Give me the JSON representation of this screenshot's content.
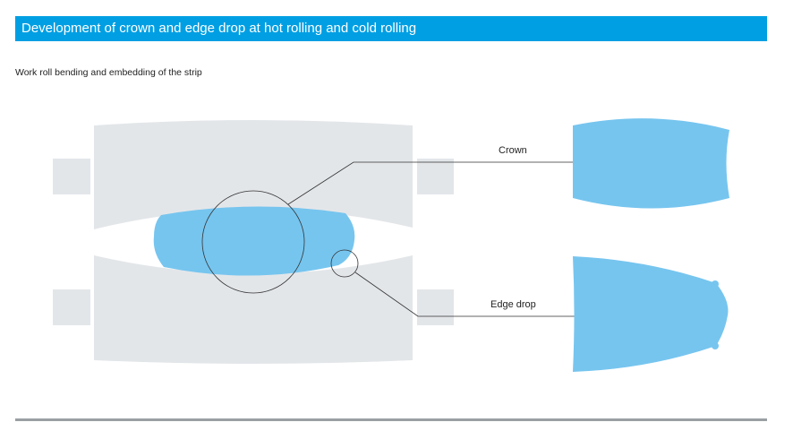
{
  "header": {
    "title": "Development of crown and edge drop at hot rolling and cold rolling"
  },
  "subtitle": "Work roll bending and embedding of the strip",
  "labels": {
    "crown": "Crown",
    "edge_drop": "Edge drop"
  },
  "colors": {
    "accent": "#009fe3",
    "roll": "#e3e6e9",
    "strip": "#76c5ef",
    "line": "#333333",
    "rule": "#9a9fa3"
  }
}
